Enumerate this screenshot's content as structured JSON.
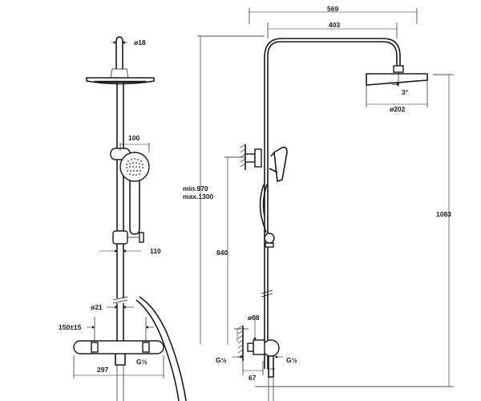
{
  "left_view": {
    "dims": {
      "pipe_dia": "ø18",
      "hand_shower": "100",
      "holder": "110",
      "lower_pipe_dia": "ø21",
      "inlet_spacing": "150±15",
      "mixer_width": "297",
      "thread": "G½"
    }
  },
  "right_view": {
    "dims": {
      "overall_width": "569",
      "arm_length": "403",
      "adjust_range_min": "min.970",
      "adjust_range_max": "max.1300",
      "total_height": "1083",
      "head_dia": "ø202",
      "tilt": "3°",
      "lower_height": "840",
      "nut_dia": "ø68",
      "depth": "67",
      "thread_left": "G½",
      "thread_right": "G½"
    }
  }
}
